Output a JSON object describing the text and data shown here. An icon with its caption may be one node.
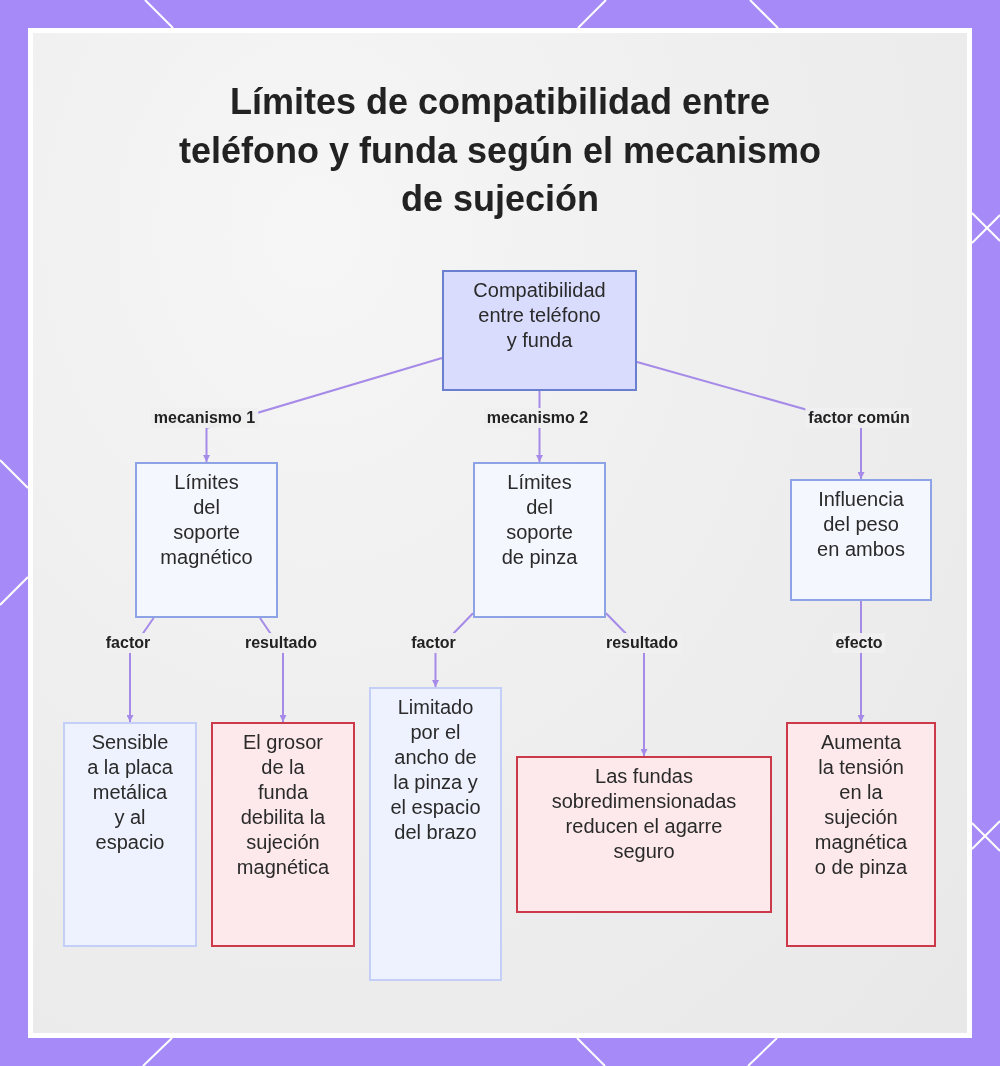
{
  "diagram": {
    "title": "Límites de compatibilidad entre teléfono y funda según el mecanismo de sujeción",
    "nodes": [
      {
        "text": [
          "Compatibilidad entre teléfono y funda"
        ]
      },
      {
        "text": [
          "Límites del soporte magnético"
        ]
      },
      {
        "text": [
          "Límites del soporte de pinza"
        ]
      },
      {
        "text": [
          "Influencia del peso en ambos"
        ]
      },
      {
        "text": [
          "Sensible a la placa metálica y al espacio"
        ]
      },
      {
        "text": [
          "El grosor de la funda debilita la sujeción magnética"
        ]
      },
      {
        "text": [
          "Limitado por el ancho de la pinza y el espacio del brazo"
        ]
      },
      {
        "text": [
          "Las fundas sobredimensionadas reducen el agarre seguro"
        ]
      },
      {
        "text": [
          "Aumenta la tensión en la sujeción magnética o de pinza"
        ]
      }
    ],
    "edges": [
      {
        "from": 0,
        "to": 1,
        "arrow": "to",
        "label": "mecanismo 1"
      },
      {
        "from": 0,
        "to": 2,
        "arrow": "to",
        "label": "mecanismo 2"
      },
      {
        "from": 0,
        "to": 3,
        "arrow": "to",
        "label": "factor común"
      },
      {
        "from": 1,
        "to": 4,
        "arrow": "to",
        "label": "factor"
      },
      {
        "from": 1,
        "to": 5,
        "arrow": "to",
        "label": "resultado"
      },
      {
        "from": 2,
        "to": 6,
        "arrow": "to",
        "label": "factor"
      },
      {
        "from": 2,
        "to": 7,
        "arrow": "to",
        "label": "resultado"
      },
      {
        "from": 3,
        "to": 8,
        "arrow": "to",
        "label": "efecto"
      }
    ]
  }
}
